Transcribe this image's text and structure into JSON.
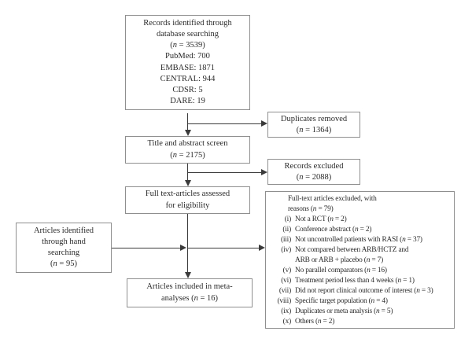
{
  "colors": {
    "box_border": "#8f8f8f",
    "connector": "#3a3a3a",
    "text": "#2a2a2a",
    "background": "#ffffff"
  },
  "flow": {
    "records_identified": {
      "lines": [
        "Records identified through",
        "database searching",
        "(n = 3539)",
        "PubMed: 700",
        "EMBASE: 1871",
        "CENTRAL: 944",
        "CDSR: 5",
        "DARE: 19"
      ]
    },
    "duplicates_removed": {
      "lines": [
        "Duplicates removed",
        "(n = 1364)"
      ]
    },
    "title_abstract_screen": {
      "lines": [
        "Title and abstract screen",
        "(n = 2175)"
      ]
    },
    "records_excluded": {
      "lines": [
        "Records excluded",
        "(n = 2088)"
      ]
    },
    "full_text_assessed": {
      "lines": [
        "Full text-articles assessed",
        "for eligibility"
      ]
    },
    "hand_searching": {
      "lines": [
        "Articles identified",
        "through hand",
        "searching",
        "(n = 95)"
      ]
    },
    "included_meta_analyses": {
      "lines": [
        "Articles included in meta-",
        "analyses (n = 16)"
      ]
    },
    "excluded_reasons": {
      "header_lines": [
        "Full-text articles excluded, with",
        "reasons (n = 79)"
      ],
      "items": [
        {
          "num": "(i)",
          "lines": [
            "Not a RCT (n = 2)"
          ]
        },
        {
          "num": "(ii)",
          "lines": [
            "Conference abstract (n = 2)"
          ]
        },
        {
          "num": "(iii)",
          "lines": [
            "Not uncontrolled patients with RASI (n = 37)"
          ]
        },
        {
          "num": "(iv)",
          "lines": [
            "Not compared between ARB/HCTZ and",
            "ARB or ARB + placebo (n = 7)"
          ]
        },
        {
          "num": "(v)",
          "lines": [
            "No parallel comparators (n = 16)"
          ]
        },
        {
          "num": "(vi)",
          "lines": [
            "Treatment period less than 4 weeks (n = 1)"
          ]
        },
        {
          "num": "(vii)",
          "lines": [
            "Did not report clinical outcome of interest (n = 3)"
          ]
        },
        {
          "num": "(viii)",
          "lines": [
            "Specific target population (n = 4)"
          ]
        },
        {
          "num": "(ix)",
          "lines": [
            "Duplicates or meta analysis (n = 5)"
          ]
        },
        {
          "num": "(x)",
          "lines": [
            "Others (n = 2)"
          ]
        }
      ]
    }
  }
}
